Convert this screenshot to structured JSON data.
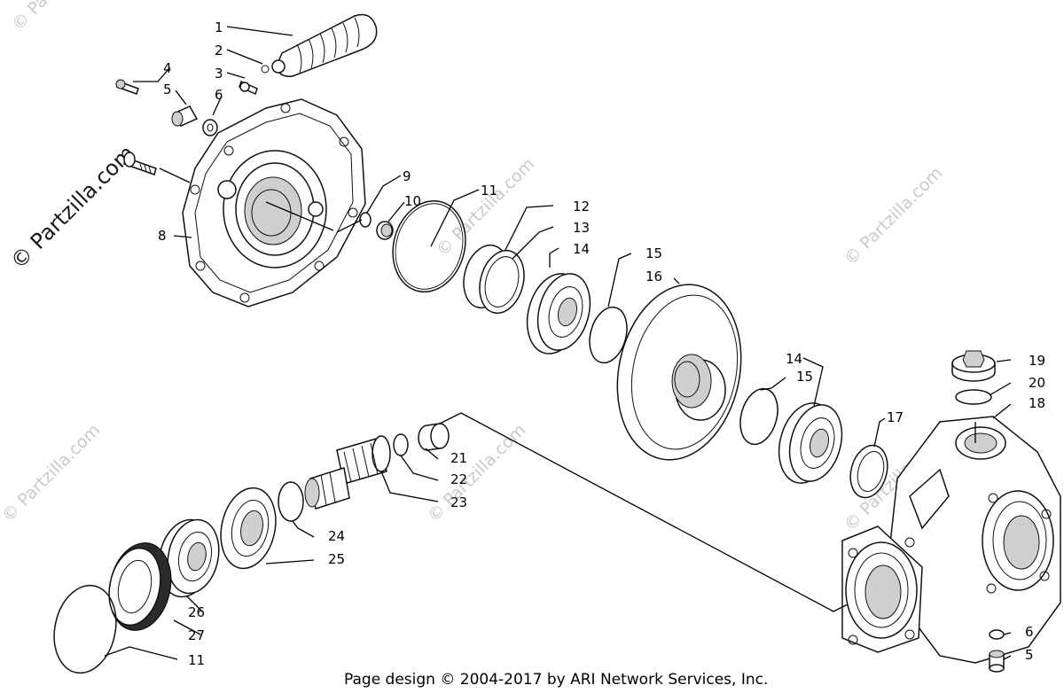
{
  "watermarks": {
    "main": "© Partzilla.com",
    "faint": "© Partzilla.com"
  },
  "footer": "Page design © 2004-2017 by ARI Network Services, Inc.",
  "callouts": {
    "c1": "1",
    "c2": "2",
    "c3": "3",
    "c4": "4",
    "c5a": "5",
    "c6a": "6",
    "c8": "8",
    "c9": "9",
    "c10": "10",
    "c11a": "11",
    "c12": "12",
    "c13": "13",
    "c14a": "14",
    "c15a": "15",
    "c16": "16",
    "c14b": "14",
    "c15b": "15",
    "c17": "17",
    "c18": "18",
    "c19": "19",
    "c20": "20",
    "c21": "21",
    "c22": "22",
    "c23": "23",
    "c24": "24",
    "c25": "25",
    "c26": "26",
    "c27": "27",
    "c11b": "11",
    "c6b": "6",
    "c5b": "5"
  }
}
